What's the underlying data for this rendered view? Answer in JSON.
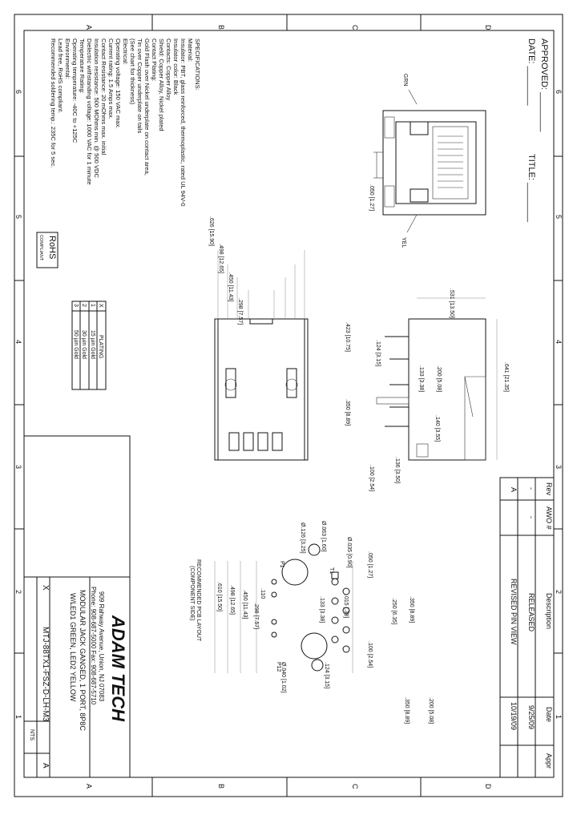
{
  "border": {
    "top_letters": [
      "A",
      "B",
      "C",
      "D"
    ],
    "bottom_letters": [
      "A",
      "B",
      "C",
      "D"
    ],
    "left_numbers": [
      "6",
      "5",
      "4",
      "3",
      "2",
      "1"
    ],
    "right_numbers": [
      "6",
      "5",
      "4",
      "3",
      "2",
      "1"
    ]
  },
  "header": {
    "approved": "APPROVED: ________",
    "date": "DATE: ________",
    "title": "TITLE: ________"
  },
  "revisions": {
    "headers": [
      "Rev",
      "AWO #",
      "Description",
      "Date",
      "Appr"
    ],
    "rows": [
      [
        "-",
        "-",
        "RELEASED",
        "9/25/09",
        ""
      ],
      [
        "A",
        "",
        "REVISED PIN VIEW",
        "10/19/09",
        ""
      ]
    ]
  },
  "spec": {
    "heading": "SPECIFICATIONS:",
    "lines": [
      "Material:",
      "Insulator: PBT, glass reinforced, thermoplastic, rated UL 94V-0",
      "Insulator color: Black",
      "Contacts: Copper Alloy",
      "Shield: Copper Alloy, Nickel plated",
      "Contact Plating:",
      "Gold Flash over Nickel underplate on contact area,",
      "Tin over Copper underplate on tails",
      "(See chart for thickness)",
      "Electrical:",
      "Operating voltage: 150 VAC max.",
      "Current rating: 1.5 Amps max.",
      "Contact Resistance: 20 mOhms max. initial",
      "Insulation resistance: 500 MOhms min. @ 500 VDC",
      "Dielectric withstanding voltage: 1000 VAC for 1 minute",
      "Temperature Rating:",
      "Operating temperature: -40C to +125C",
      "Environmental:",
      "Lead free, RoHS compliant.",
      "Recommended soldering temp.: 235C for 5 sec."
    ]
  },
  "rohs": {
    "line1": "RoHS",
    "line2": "COMPLIANT"
  },
  "plating": {
    "headers": [
      "X",
      "PLATING"
    ],
    "rows": [
      [
        "1",
        "15 µin Gold"
      ],
      [
        "2",
        "30 µin Gold"
      ],
      [
        "3",
        "50 µin Gold"
      ]
    ]
  },
  "leds": {
    "left": "GRN",
    "right": "YEL"
  },
  "dims": {
    "front_pitch": ".050 [1.27]",
    "front_width": ".531 [13.50]",
    "side_height": ".641 [21.35]",
    "side_a": ".124 [3.15]",
    "side_b": ".200 [5.08]",
    "side_c": ".133 [3.38]",
    "side_d": ".140 [3.55]",
    "side_e": ".423 [10.75]",
    "side_f": ".350 [8.89]",
    "side_g": ".136 [3.50]",
    "side_h": ".100 [2.54]",
    "top_w1": ".626 [15.90]",
    "top_w2": ".498 [12.65]",
    "top_w3": ".450 [11.43]",
    "top_w4": ".298 [7.57]"
  },
  "pcb": {
    "title1": "RECOMMENDED PCB LAYOUT",
    "title2": "(COMPONENT SIDE)",
    "d063": "Ø.063 [1.60]",
    "d126": "Ø.126 [3.25]",
    "d035": "Ø.035 [0.90]",
    "d040": "Ø.040 [1.02]",
    "d050": ".050 [1.27]",
    "d350": ".350 [8.89]",
    "d260": ".250 [6.35]",
    "d100": ".100 [2.54]",
    "d200": ".200 [5.08]",
    "d124": ".124 [3.15]",
    "d133": ".133 [3.38]",
    "d015": ".015 [.38]",
    "d110": ".110",
    "d298": ".298 [7.57]",
    "d450": ".450 [11.43]",
    "d498": ".498 [12.65]",
    "d610": ".610 [15.50]",
    "p1": "P1",
    "p12": "P12",
    "p9": "P9",
    "t1": "T1"
  },
  "titleblock": {
    "company": "ADAM TECH",
    "address": "909 Rahway Avenue, Union, NJ 07083",
    "phone": "Phone: 908-687-5000  Fax: 908-687-5710",
    "desc1": "MODULAR JACK GANGED, 1 PORT, 8P8C",
    "desc2": "W/LED1 GREEN, LED2 YELLOW",
    "part": "MTJ-88TX1-FSZ-D-LH-M3",
    "rev": "A",
    "scale": "NTS",
    "x": "X"
  }
}
